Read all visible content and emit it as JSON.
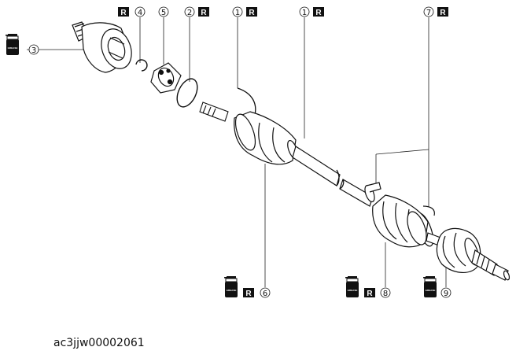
{
  "callouts": [
    "1",
    "1",
    "2",
    "3",
    "4",
    "5",
    "6",
    "7",
    "8",
    "9"
  ],
  "r_tag": "R",
  "grease_can_label": "GREASE",
  "caption": "ac3jjw00002061"
}
